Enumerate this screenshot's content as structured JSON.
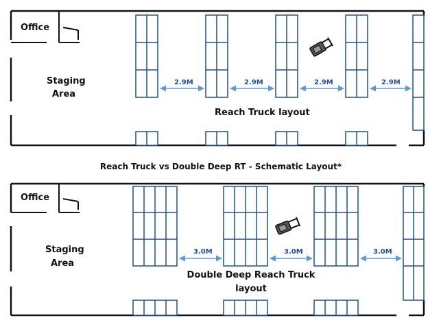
{
  "top": {
    "office": "Office",
    "staging_1": "Staging",
    "staging_2": "Area",
    "layout_title": "Reach Truck layout",
    "aisle_width": "2.9M"
  },
  "caption": "Reach Truck vs Double Deep RT - Schematic Layout*",
  "bottom": {
    "office": "Office",
    "staging_1": "Staging",
    "staging_2": "Area",
    "layout_title_1": "Double Deep Reach Truck",
    "layout_title_2": "layout",
    "aisle_width": "3.0M"
  },
  "colors": {
    "rack": "#1f4e9a",
    "arrow": "#5b9bd5",
    "wall": "#111111"
  },
  "icons": [
    "forklift-icon"
  ]
}
